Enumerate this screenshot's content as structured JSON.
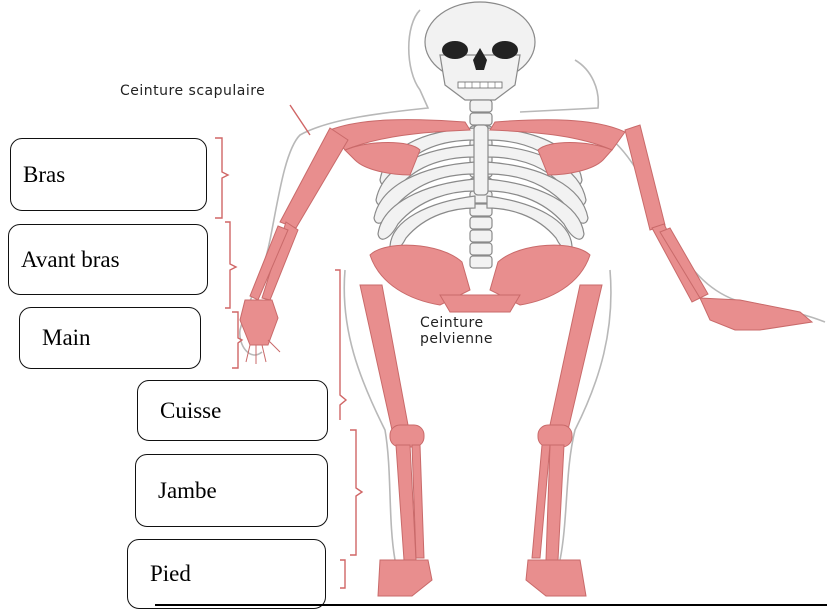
{
  "diagram": {
    "annotations": {
      "ceinture_scapulaire": "Ceinture scapulaire",
      "ceinture_pelvienne_line1": "Ceinture",
      "ceinture_pelvienne_line2": "pelvienne"
    },
    "labels": {
      "bras": "Bras",
      "avant_bras": "Avant bras",
      "main": "Main",
      "cuisse": "Cuisse",
      "jambe": "Jambe",
      "pied": "Pied"
    },
    "colors": {
      "bone": "#e88e8e",
      "skeleton_gray": "#f2f2f2",
      "outline": "#b8b8b8",
      "brace": "#d06666"
    }
  }
}
